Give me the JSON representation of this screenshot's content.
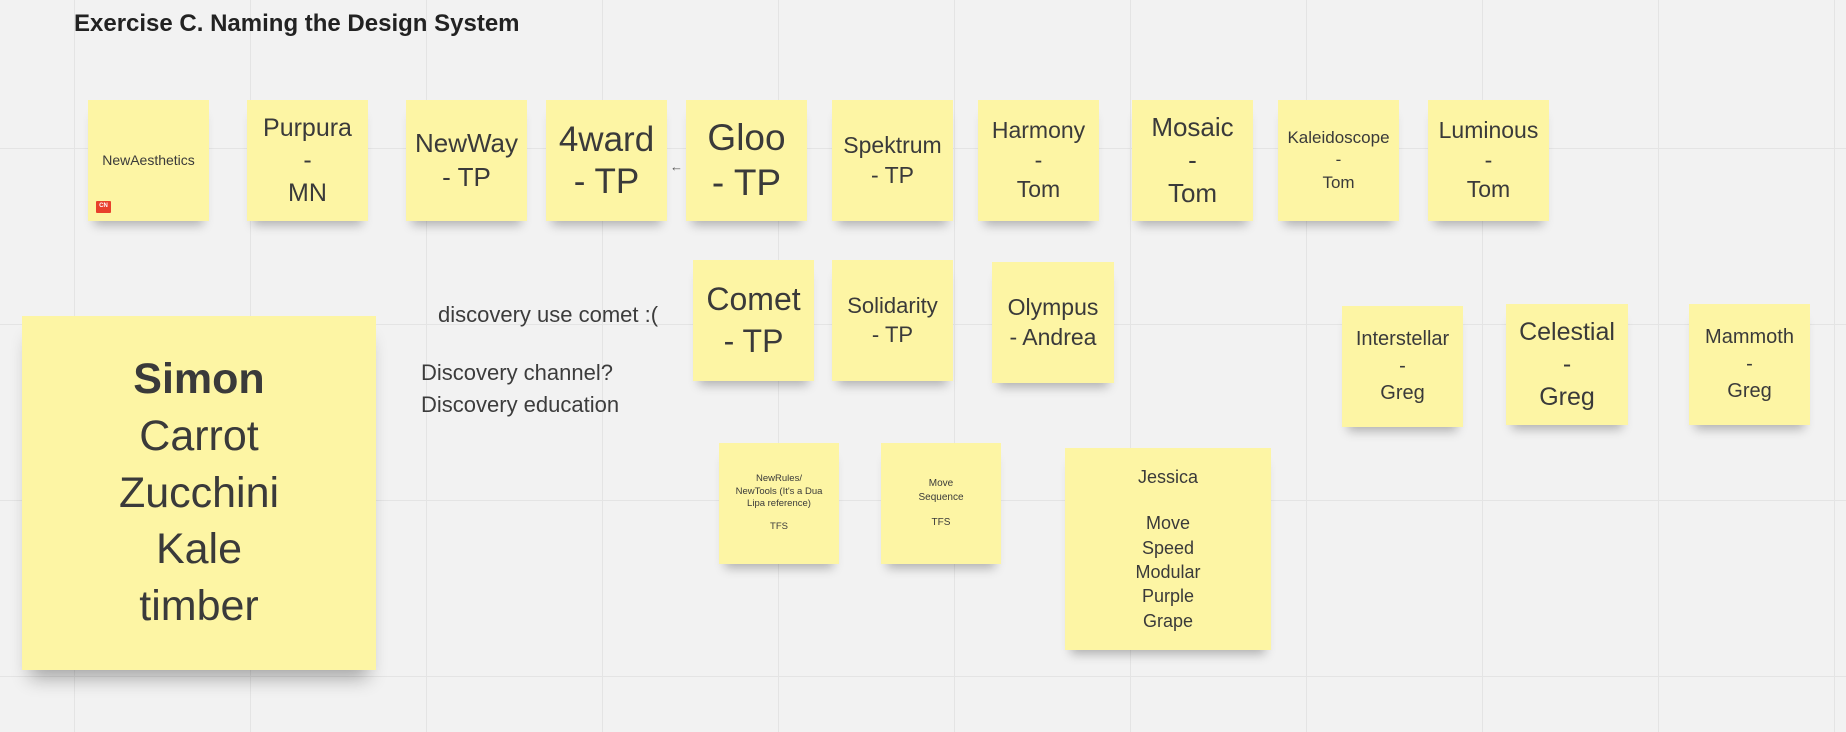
{
  "board_title": "Exercise C. Naming the Design System",
  "notes": {
    "newaesthetics": {
      "lines": [
        "NewAesthetics"
      ],
      "badge": "CN"
    },
    "purpura": {
      "lines": [
        "Purpura",
        "-",
        "MN"
      ]
    },
    "newway": {
      "lines": [
        "NewWay",
        "- TP"
      ]
    },
    "fourward": {
      "lines": [
        "4ward",
        "- TP"
      ]
    },
    "gloo": {
      "lines": [
        "Gloo",
        "- TP"
      ]
    },
    "spektrum": {
      "lines": [
        "Spektrum",
        "- TP"
      ]
    },
    "harmony": {
      "lines": [
        "Harmony",
        "-",
        "Tom"
      ]
    },
    "mosaic": {
      "lines": [
        "Mosaic",
        "-",
        "Tom"
      ]
    },
    "kaleidoscope": {
      "lines": [
        "Kaleidoscope",
        "-",
        "Tom"
      ]
    },
    "luminous": {
      "lines": [
        "Luminous",
        "-",
        "Tom"
      ]
    },
    "comet": {
      "lines": [
        "Comet",
        "- TP"
      ]
    },
    "solidarity": {
      "lines": [
        "Solidarity",
        "- TP"
      ]
    },
    "olympus": {
      "lines": [
        "Olympus",
        "- Andrea"
      ]
    },
    "interstellar": {
      "lines": [
        "Interstellar",
        "-",
        "Greg"
      ]
    },
    "celestial": {
      "lines": [
        "Celestial",
        "-",
        "Greg"
      ]
    },
    "mammoth": {
      "lines": [
        "Mammoth",
        "-",
        "Greg"
      ]
    },
    "simon": {
      "lines": [
        "Simon",
        "Carrot",
        "Zucchini",
        "Kale",
        "timber"
      ]
    },
    "newrules": {
      "lines": [
        "NewRules/",
        "NewTools (It's a Dua",
        "Lipa reference)",
        "",
        "TFS"
      ]
    },
    "move_sequence": {
      "lines": [
        "Move",
        "Sequence",
        "",
        "TFS"
      ]
    },
    "jessica": {
      "lines": [
        "Jessica",
        "",
        "Move",
        "Speed",
        "Modular",
        "Purple",
        "Grape"
      ]
    }
  },
  "text": {
    "comet_comment": "discovery use comet :(",
    "discovery_line1": "Discovery channel?",
    "discovery_line2": "Discovery education"
  },
  "connector_glyph": "←"
}
